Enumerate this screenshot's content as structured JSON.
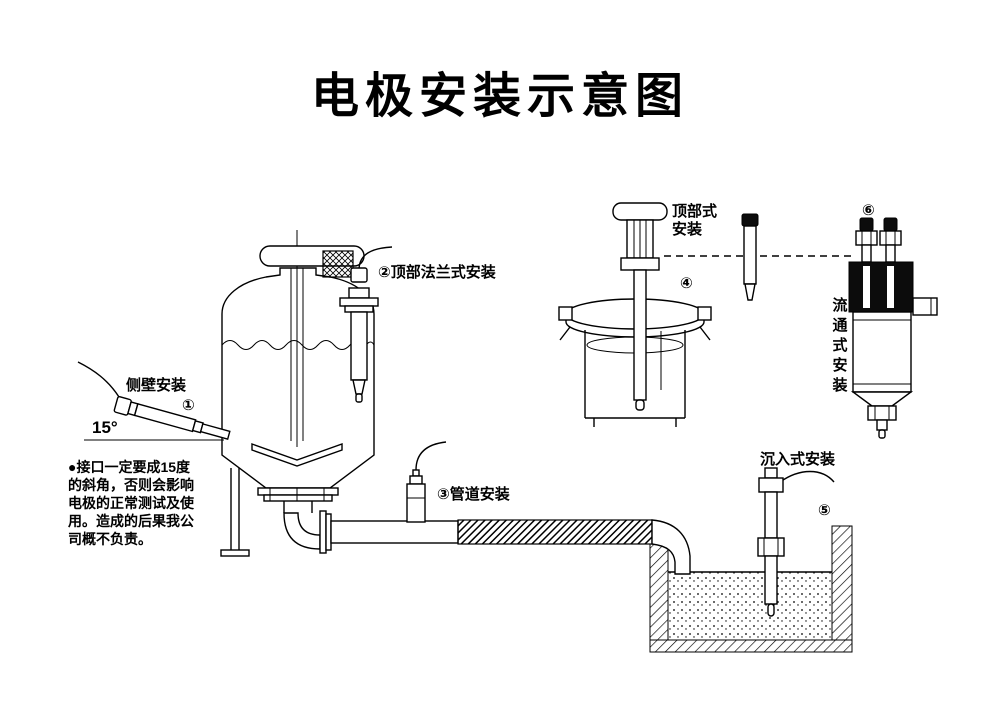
{
  "title": "电极安装示意图",
  "colors": {
    "ink": "#000000",
    "paper": "#ffffff"
  },
  "note": {
    "lines": [
      "●接口一定要成15度",
      "的斜角，否则会影响",
      "电极的正常测试及使",
      "用。造成的后果我公",
      "司概不负责。"
    ]
  },
  "labels": {
    "side_wall": "侧壁安装",
    "side_wall_num": "①",
    "angle": "15°",
    "top_flange": "②顶部法兰式安装",
    "pipeline": "③管道安装",
    "top_mount_line1": "顶部式",
    "top_mount_line2": "安装",
    "top_mount_num": "④",
    "submerged": "沉入式安装",
    "submerged_num": "⑤",
    "flow_num": "⑥",
    "flow_chars": [
      "流",
      "通",
      "式",
      "安",
      "装"
    ]
  }
}
